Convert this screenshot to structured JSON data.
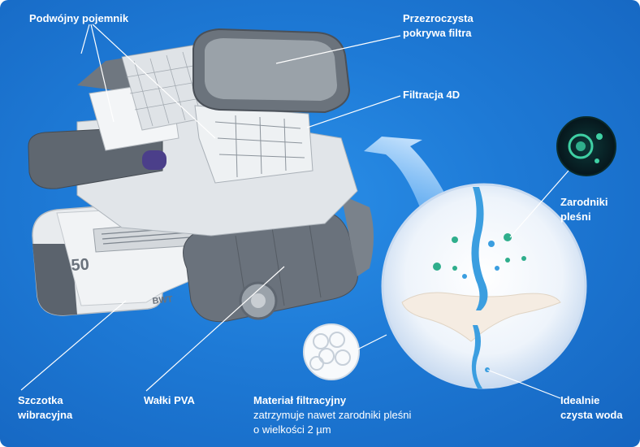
{
  "labels": {
    "double_container": "Podwójny pojemnik",
    "filter_cover_line1": "Przezroczysta",
    "filter_cover_line2": "pokrywa filtra",
    "filtration": "Filtracja 4D",
    "spores_line1": "Zarodniki",
    "spores_line2": "pleśni",
    "brush_line1": "Szczotka",
    "brush_line2": "wibracyjna",
    "rollers": "Wałki PVA",
    "material_title": "Materiał filtracyjny",
    "material_line1": "zatrzymuje nawet zarodniki pleśni",
    "material_line2": "o wielkości 2 µm",
    "clean_water_line1": "Idealnie",
    "clean_water_line2": "czysta woda"
  },
  "robot": {
    "model_number": "50",
    "brand": "BWT"
  },
  "colors": {
    "background": "#1e7ad6",
    "robot_body": "#e6e9ec",
    "robot_dark": "#5e6670",
    "water": "#3b9ee0",
    "spore": "#2fae8c"
  }
}
